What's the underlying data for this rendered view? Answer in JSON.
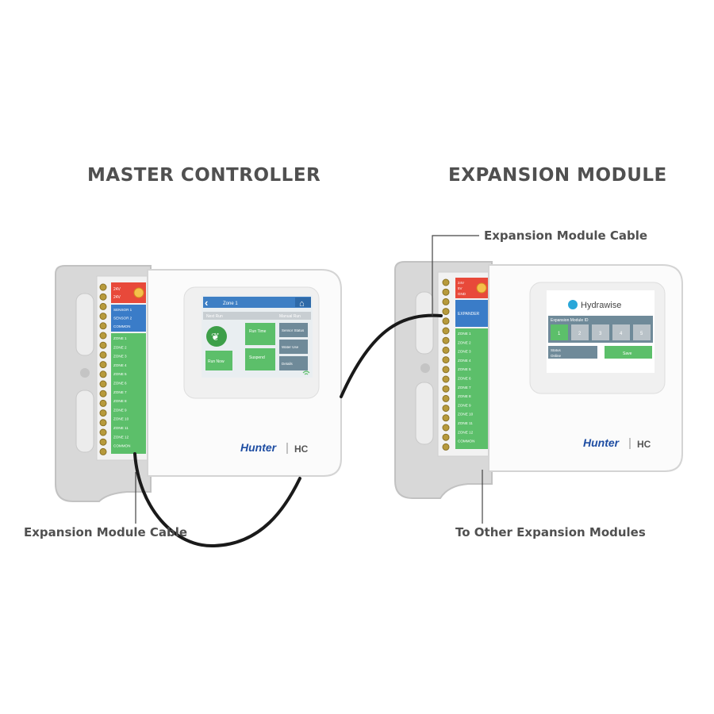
{
  "headings": {
    "master": "MASTER CONTROLLER",
    "expansion": "EXPANSION MODULE"
  },
  "callouts": {
    "expansion_cable_top": "Expansion Module Cable",
    "expansion_cable_bottom": "Expansion Module Cable",
    "other_modules": "To Other Expansion Modules"
  },
  "master": {
    "top_labels": [
      "24V",
      "24V"
    ],
    "sensor_labels": [
      "SENSOR 1",
      "SENSOR 2",
      "COMMON"
    ],
    "zone_labels": [
      "ZONE 1",
      "ZONE 2",
      "ZONE 3",
      "ZONE 4",
      "ZONE 5",
      "ZONE 6",
      "ZONE 7",
      "ZONE 8",
      "ZONE 9",
      "ZONE 10",
      "ZONE 11",
      "ZONE 12",
      "COMMON"
    ],
    "screen": {
      "header": "Zone 1",
      "row_left": "Next Run",
      "row_right": "Manual Run",
      "left_button": "Run Now",
      "mid_buttons": [
        "Run Time",
        "Suspend"
      ],
      "right_buttons": [
        "Sensor Status",
        "Water Use",
        "Details"
      ]
    },
    "brand": "Hunter",
    "model": "HC"
  },
  "expansion": {
    "top_labels": [
      "24V",
      "5V",
      "GND"
    ],
    "expander_label": "EXPANDER",
    "zone_labels": [
      "ZONE 1",
      "ZONE 2",
      "ZONE 3",
      "ZONE 4",
      "ZONE 5",
      "ZONE 6",
      "ZONE 7",
      "ZONE 8",
      "ZONE 9",
      "ZONE 10",
      "ZONE 11",
      "ZONE 12",
      "COMMON"
    ],
    "screen": {
      "logo": "Hydrawise",
      "row": "Expansion Module ID",
      "id_cells": [
        "1",
        "2",
        "3",
        "4",
        "5"
      ],
      "status": "Status",
      "status_value": "Online",
      "button": "Save"
    },
    "brand": "Hunter",
    "model": "HC"
  },
  "colors": {
    "terminal_green": "#5cbf6a",
    "terminal_blue": "#3a7cc8",
    "terminal_red": "#e8493a",
    "screen_blue": "#3e7fc4",
    "cable": "#1a1a1a",
    "housing": "#dcdcdc"
  }
}
